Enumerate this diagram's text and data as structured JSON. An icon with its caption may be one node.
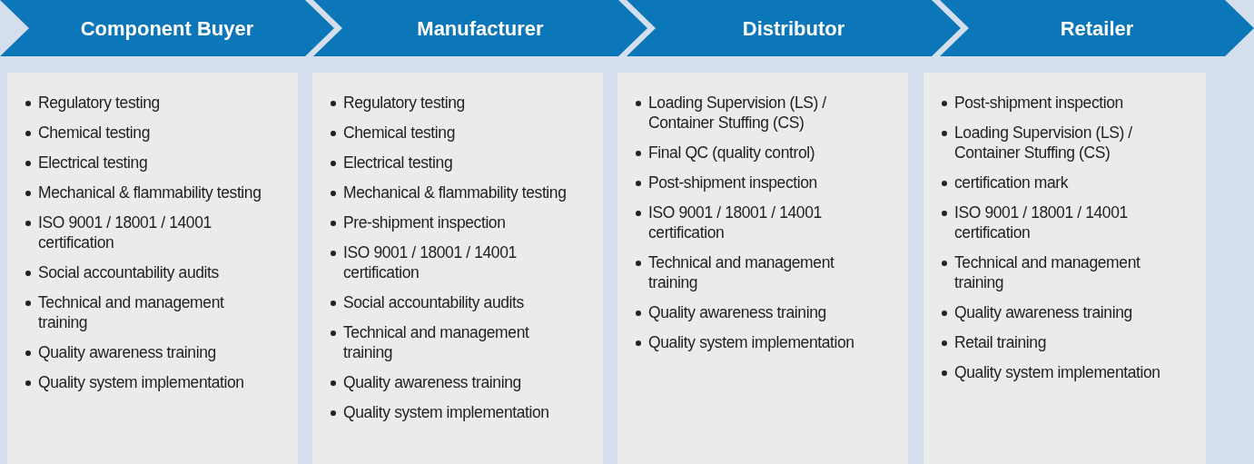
{
  "diagram": {
    "nodes": [
      {
        "text": [
          "Component Buyer"
        ]
      },
      {
        "text": [
          "Manufacturer"
        ]
      },
      {
        "text": [
          "Distributor"
        ]
      },
      {
        "text": [
          "Retailer"
        ]
      },
      {
        "text": [
          "Regulatory testing",
          "Chemical testing",
          "Electrical testing",
          "Mechanical & flammability testing",
          "ISO 9001 / 18001 / 14001 certification",
          "Social accountability audits",
          "Technical and management training",
          "Quality awareness training",
          "Quality system implementation"
        ]
      },
      {
        "text": [
          "Regulatory testing",
          "Chemical testing",
          "Electrical testing",
          "Mechanical & flammability testing",
          "Pre-shipment inspection",
          "ISO 9001 / 18001 / 14001 certification",
          "Social accountability audits",
          "Technical and management training",
          "Quality awareness training",
          "Quality system implementation"
        ]
      },
      {
        "text": [
          "Loading Supervision (LS) / Container Stuffing (CS)",
          "Final QC (quality control)",
          "Post-shipment inspection",
          "ISO 9001 / 18001 / 14001 certification",
          "Technical and management training",
          "Quality awareness training",
          "Quality system implementation"
        ]
      },
      {
        "text": [
          "Post-shipment inspection",
          "Loading Supervision (LS) / Container Stuffing (CS)",
          "certification mark",
          "ISO 9001 / 18001 / 14001 certification",
          "Technical and management training",
          "Quality awareness training",
          "Retail training",
          "Quality system implementation"
        ]
      }
    ]
  }
}
